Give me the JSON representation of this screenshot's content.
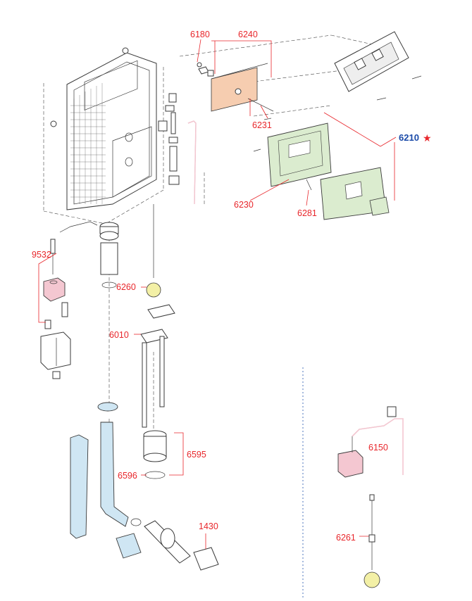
{
  "callouts": {
    "c6180": "6180",
    "c6240": "6240",
    "c6231": "6231",
    "c6210": "6210",
    "c6230": "6230",
    "c6281": "6281",
    "c9532": "9532",
    "c6260": "6260",
    "c6010": "6010",
    "c6595": "6595",
    "c6596": "6596",
    "c1430": "1430",
    "c6150": "6150",
    "c6261": "6261"
  },
  "star_symbol": "★",
  "colors": {
    "callout": "#e8262b",
    "main_callout": "#1a4aa8",
    "panel_peach": "#f6cdb0",
    "cover_green": "#dbeccf",
    "float_yellow": "#f3f0a6",
    "valve_pink": "#f4c7d1",
    "pipe_blue": "#cfe6f3",
    "separator": "#6b8cc9"
  }
}
